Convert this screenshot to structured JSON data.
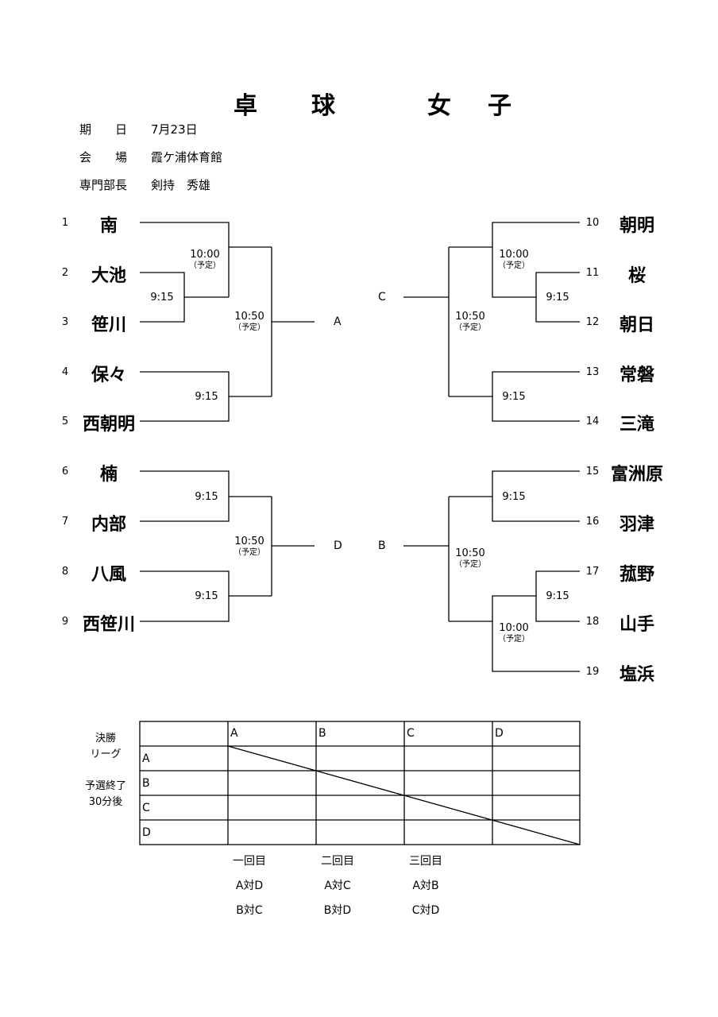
{
  "title": {
    "c1": "卓",
    "c2": "球",
    "c3": "女",
    "c4": "子"
  },
  "info": [
    {
      "label": "期　　日",
      "value": "7月23日"
    },
    {
      "label": "会　　場",
      "value": "霞ケ浦体育館"
    },
    {
      "label": "専門部長",
      "value": "剣持　秀雄"
    }
  ],
  "left_teams": [
    {
      "no": "1",
      "name": "南"
    },
    {
      "no": "2",
      "name": "大池"
    },
    {
      "no": "3",
      "name": "笹川"
    },
    {
      "no": "4",
      "name": "保々"
    },
    {
      "no": "5",
      "name": "西朝明"
    },
    {
      "no": "6",
      "name": "楠"
    },
    {
      "no": "7",
      "name": "内部"
    },
    {
      "no": "8",
      "name": "八風"
    },
    {
      "no": "9",
      "name": "西笹川"
    }
  ],
  "right_teams": [
    {
      "no": "10",
      "name": "朝明"
    },
    {
      "no": "11",
      "name": "桜"
    },
    {
      "no": "12",
      "name": "朝日"
    },
    {
      "no": "13",
      "name": "常磐"
    },
    {
      "no": "14",
      "name": "三滝"
    },
    {
      "no": "15",
      "name": "富洲原"
    },
    {
      "no": "16",
      "name": "羽津"
    },
    {
      "no": "17",
      "name": "菰野"
    },
    {
      "no": "18",
      "name": "山手"
    },
    {
      "no": "19",
      "name": "塩浜"
    }
  ],
  "times": {
    "t915": "9:15",
    "t1000": "10:00",
    "t1050": "10:50",
    "scheduled": "（予定）"
  },
  "group_labels": {
    "a": "A",
    "b": "B",
    "c": "C",
    "d": "D"
  },
  "league": {
    "note1": "決勝",
    "note2": "リーグ",
    "note3": "予選終了",
    "note4": "30分後",
    "cols": [
      "A",
      "B",
      "C",
      "D"
    ],
    "rows": [
      "A",
      "B",
      "C",
      "D"
    ]
  },
  "schedule": [
    {
      "round": "一回目",
      "m1": "A対D",
      "m2": "B対C"
    },
    {
      "round": "二回目",
      "m1": "A対C",
      "m2": "B対D"
    },
    {
      "round": "三回目",
      "m1": "A対B",
      "m2": "C対D"
    }
  ]
}
